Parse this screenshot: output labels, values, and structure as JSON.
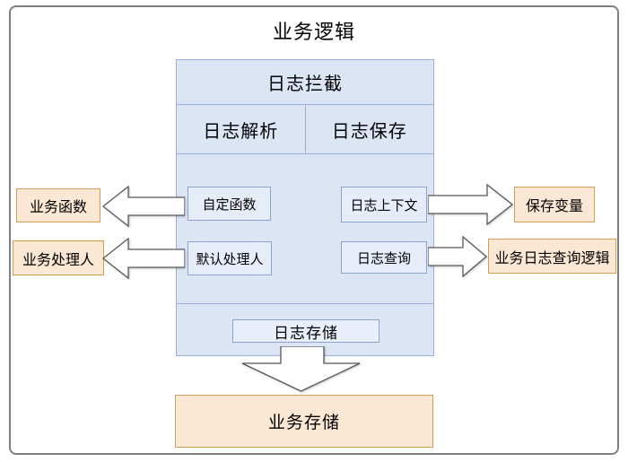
{
  "title": "业务逻辑",
  "container": {
    "header": "日志拦截",
    "columns": [
      "日志解析",
      "日志保存"
    ],
    "parse_items": [
      "自定函数",
      "默认处理人"
    ],
    "save_items": [
      "日志上下文",
      "日志查询"
    ],
    "storage": "日志存储"
  },
  "left_boxes": [
    "业务函数",
    "业务处理人"
  ],
  "right_boxes": [
    "保存变量",
    "业务日志查询逻辑"
  ],
  "bottom_box": "业务存储",
  "colors": {
    "container_fill": "#dbe5f4",
    "container_border": "#9ab0d8",
    "inner_box_fill": "#e6edf9",
    "inner_box_border": "#8da3cf",
    "orange_fill": "#fbe8d4",
    "orange_border": "#cf9f56",
    "frame_border": "#7f7f7f",
    "arrow_fill": "#ffffff",
    "arrow_stroke": "#595959"
  }
}
